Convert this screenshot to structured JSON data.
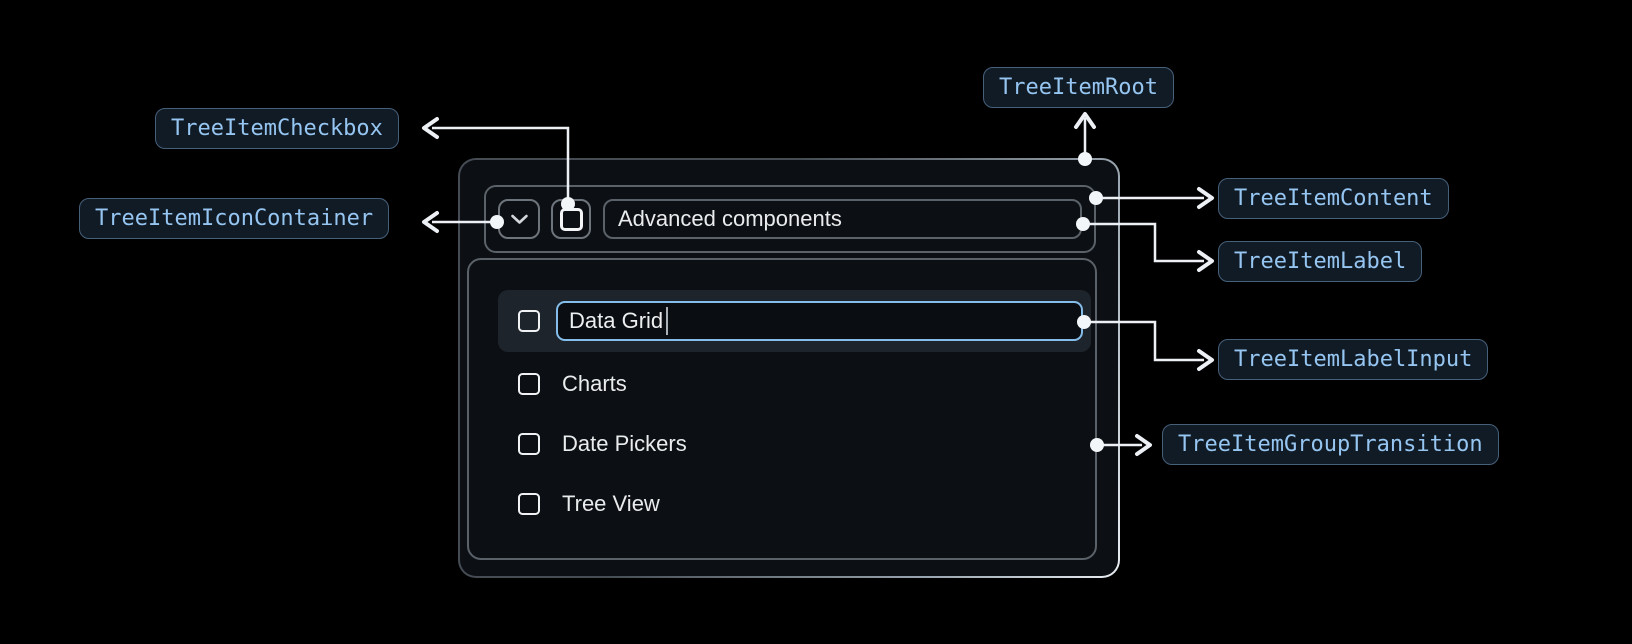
{
  "anatomy_labels": {
    "root": "TreeItemRoot",
    "checkbox": "TreeItemCheckbox",
    "icon_container": "TreeItemIconContainer",
    "content": "TreeItemContent",
    "label": "TreeItemLabel",
    "label_input": "TreeItemLabelInput",
    "group_transition": "TreeItemGroupTransition"
  },
  "tree_view": {
    "parent_item": {
      "label": "Advanced components",
      "expanded": true,
      "checkbox_state": "unchecked",
      "expand_icon": "chevron-down-icon"
    },
    "editing_item": {
      "input_value": "Data Grid",
      "checkbox_state": "unchecked",
      "focused": true
    },
    "child_items": [
      "Charts",
      "Date Pickers",
      "Tree View"
    ]
  },
  "colors": {
    "background": "#000000",
    "badge_text": "#95c5f0",
    "badge_border": "#46607a",
    "badge_background": "#111b26",
    "annotation_line": "#edf1f5",
    "component_border": "#5a6169",
    "input_focus_border": "#85bdea",
    "selected_row_background": "#1e242b",
    "text": "#e9ebed"
  }
}
